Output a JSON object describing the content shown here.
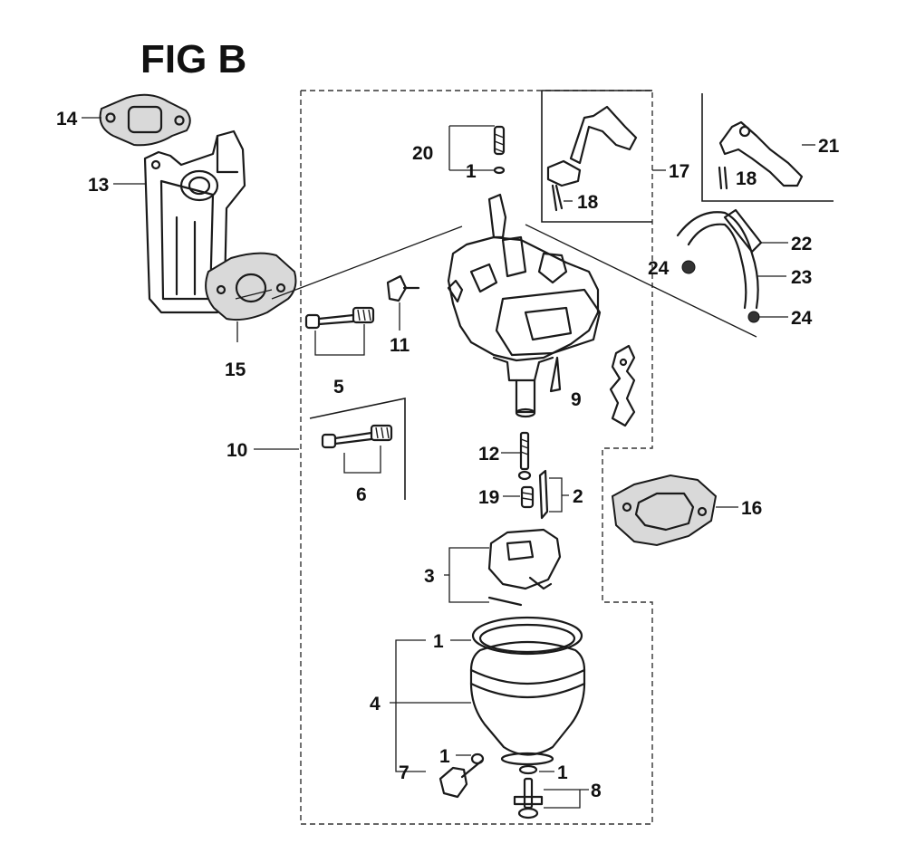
{
  "figure": {
    "title": "FIG B"
  },
  "callouts": {
    "c1a": "1",
    "c1b": "1",
    "c1c": "1",
    "c1d": "1",
    "c2": "2",
    "c3": "3",
    "c4": "4",
    "c5": "5",
    "c6": "6",
    "c7": "7",
    "c8": "8",
    "c9": "9",
    "c10": "10",
    "c11": "11",
    "c12": "12",
    "c13": "13",
    "c14": "14",
    "c15": "15",
    "c16": "16",
    "c17": "17",
    "c18a": "18",
    "c18b": "18",
    "c19": "19",
    "c20": "20",
    "c21": "21",
    "c22": "22",
    "c23": "23",
    "c24a": "24",
    "c24b": "24"
  }
}
